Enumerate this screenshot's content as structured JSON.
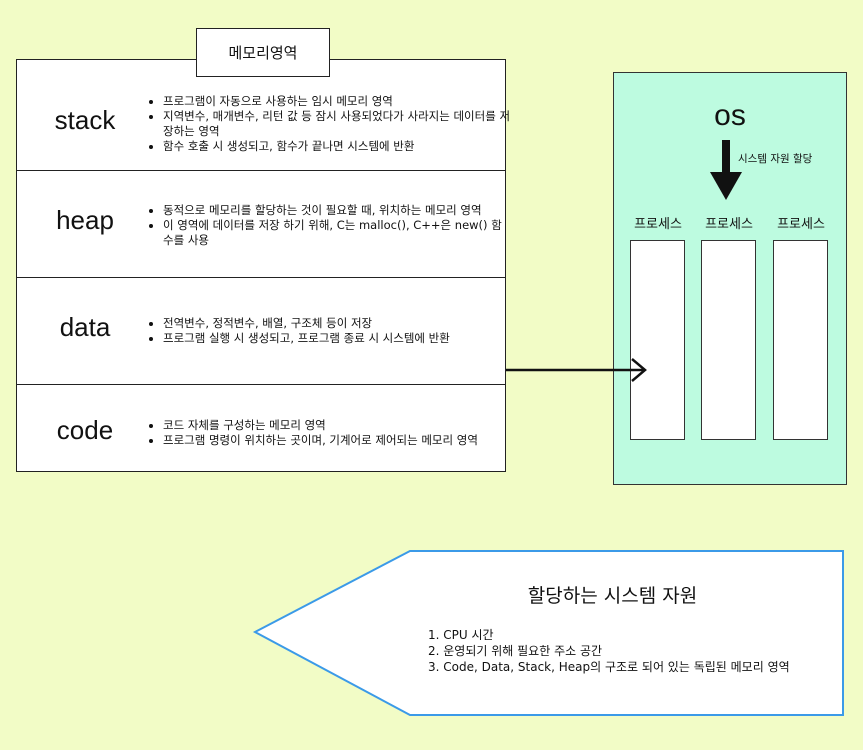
{
  "memory": {
    "title": "메모리영역",
    "segments": [
      {
        "name": "stack",
        "items": [
          "프로그램이 자동으로 사용하는 임시 메모리 영역",
          "지역변수, 매개변수, 리턴 값 등 잠시 사용되었다가 사라지는 데이터를 저장하는 영역",
          "함수 호출 시 생성되고, 함수가 끝나면 시스템에 반환"
        ]
      },
      {
        "name": "heap",
        "items": [
          "동적으로 메모리를 할당하는 것이 필요할 때,  위치하는 메모리 영역",
          "이 영역에 데이터를 저장 하기 위해, C는 malloc(), C++은 new() 함수를 사용"
        ]
      },
      {
        "name": "data",
        "items": [
          "전역변수, 정적변수, 배열, 구조체 등이 저장",
          "프로그램 실행 시 생성되고, 프로그램 종료 시 시스템에 반환"
        ]
      },
      {
        "name": "code",
        "items": [
          "코드 자체를 구성하는 메모리 영역",
          "프로그램 명령이 위치하는 곳이며, 기계어로 제어되는 메모리 영역"
        ]
      }
    ]
  },
  "os": {
    "label": "os",
    "alloc_label": "시스템 자원 할당",
    "processes": [
      "프로세스",
      "프로세스",
      "프로세스"
    ]
  },
  "callout": {
    "title": "할당하는 시스템 자원",
    "items": [
      "1. CPU 시간",
      "2. 운영되기 위해 필요한 주소 공간",
      "3. Code, Data, Stack, Heap의 구조로 되어 있는 독립된 메모리 영역"
    ]
  },
  "colors": {
    "background": "#f2fcc6",
    "os_panel": "#bdfbe0",
    "callout_border": "#3b9ae8"
  }
}
